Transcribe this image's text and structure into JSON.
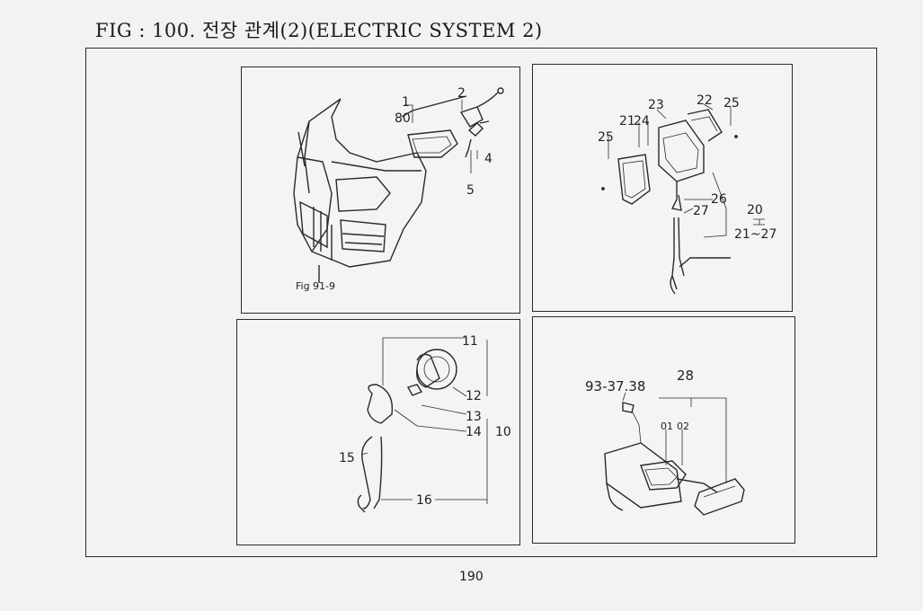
{
  "title": "FIG : 100. 전장 관계(2)(ELECTRIC SYSTEM  2)",
  "page_number": "190",
  "panels": {
    "headlight": {
      "labels": {
        "l1": "1",
        "l2": "2",
        "l80": "80",
        "l4": "4",
        "l5": "5",
        "fig_ref": "Fig 91-9"
      }
    },
    "work_lamp": {
      "labels": {
        "l23": "23",
        "l22": "22",
        "l25a": "25",
        "l21": "21",
        "l24": "24",
        "l25b": "25",
        "l26": "26",
        "l27": "27",
        "l20": "20",
        "range": "21~27"
      }
    },
    "rear_lamp": {
      "labels": {
        "l11": "11",
        "l12": "12",
        "l13": "13",
        "l14": "14",
        "l10": "10",
        "l15": "15",
        "l16": "16"
      }
    },
    "plate_lamp": {
      "labels": {
        "ref": "93-37.38",
        "l28": "28",
        "l01": "01",
        "l02": "02"
      }
    }
  }
}
